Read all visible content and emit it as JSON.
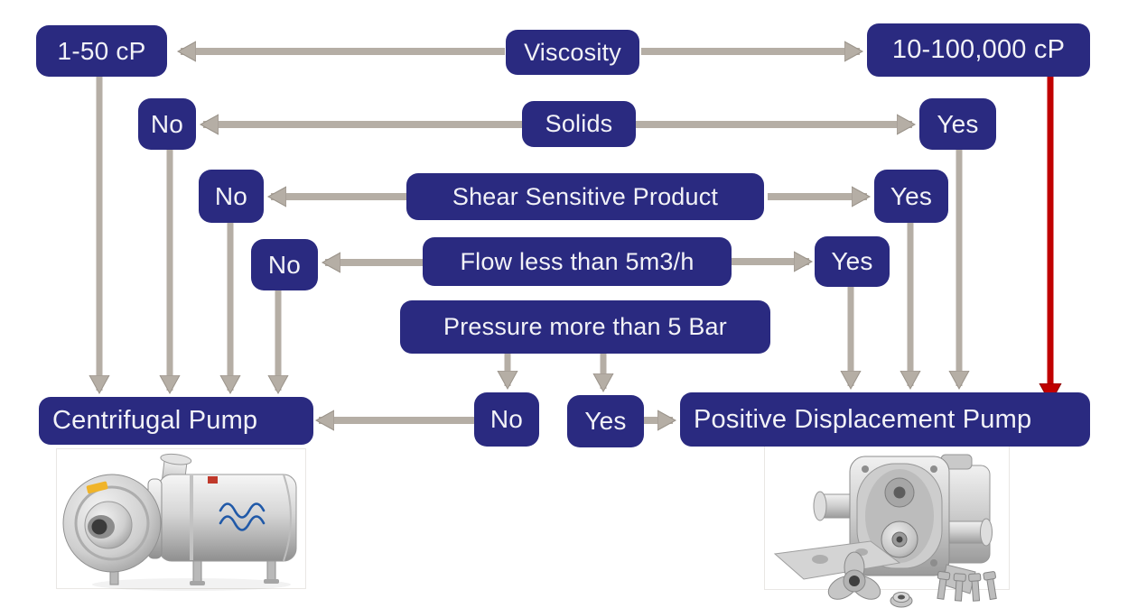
{
  "colors": {
    "background": "#ffffff",
    "node_fill": "#2a2a80",
    "node_text": "#f2f2f7",
    "arrow_gray": "#b5aea5",
    "arrow_gray_edge": "#9a938a",
    "arrow_red": "#c00000",
    "arrow_red_edge": "#8b0000"
  },
  "nodes": {
    "viscosity": "Viscosity",
    "viscosity_low": "1-50 cP",
    "viscosity_high": "10-100,000 cP",
    "solids": "Solids",
    "solids_no": "No",
    "solids_yes": "Yes",
    "shear": "Shear Sensitive Product",
    "shear_no": "No",
    "shear_yes": "Yes",
    "flow": "Flow less than 5m3/h",
    "flow_no": "No",
    "flow_yes": "Yes",
    "pressure": "Pressure more than 5 Bar",
    "pressure_no": "No",
    "pressure_yes": "Yes",
    "centrifugal": "Centrifugal Pump",
    "pdp": "Positive Displacement Pump"
  },
  "images": {
    "left": "centrifugal-pump-photo",
    "right": "positive-displacement-pump-photo"
  }
}
